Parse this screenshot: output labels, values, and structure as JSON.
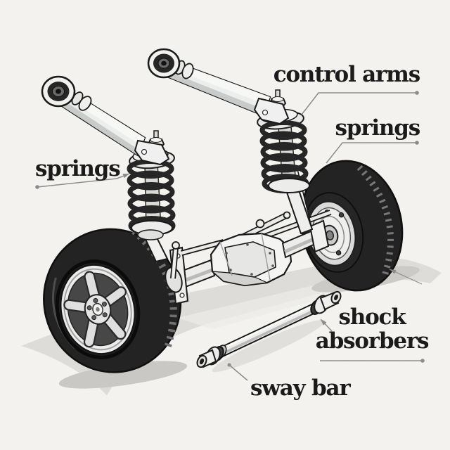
{
  "title": "Car rear suspension labeled diagram",
  "colors": {
    "background": "#f5f4f1",
    "ink": "#1b1b1b",
    "leader_gray": "#8c8c8c",
    "shadow": "#dddcd8",
    "tire_black": "#232323",
    "metal_light": "#f1f1f0",
    "metal_mid": "#d6d7d6"
  },
  "labels": {
    "control_arms": "control arms",
    "springs_right": "springs",
    "springs_left": "springs",
    "shock_absorbers_line1": "shock",
    "shock_absorbers_line2": "absorbers",
    "sway_bar": "sway bar"
  }
}
